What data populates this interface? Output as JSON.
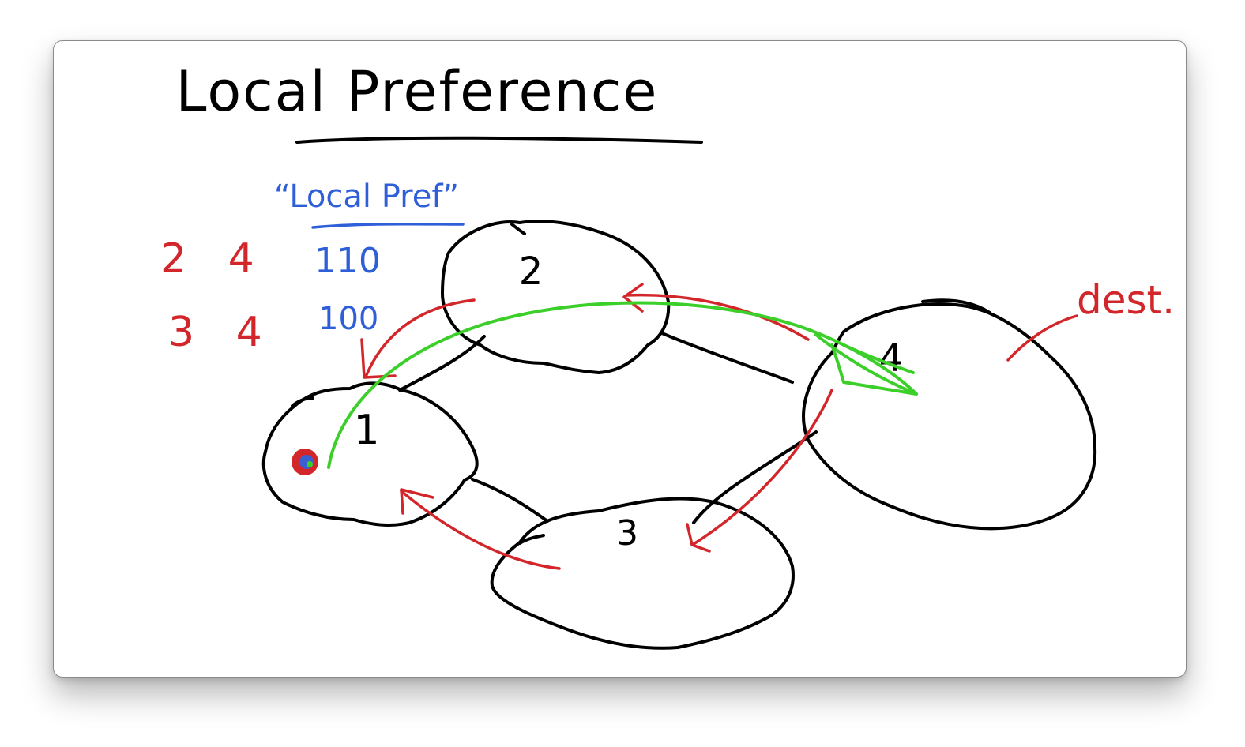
{
  "title": "Local Preference",
  "local_pref_label": "“Local Pref”",
  "table": {
    "rows": [
      {
        "path": "2 4",
        "pref": "110"
      },
      {
        "path": "3 4",
        "pref": "100"
      }
    ]
  },
  "nodes": {
    "n1": "1",
    "n2": "2",
    "n3": "3",
    "n4": "4"
  },
  "dest_label": "dest.",
  "colors": {
    "ink": "#000000",
    "route": "#d2262a",
    "pref": "#2f5fd8",
    "chosen": "#3ccf2a"
  }
}
